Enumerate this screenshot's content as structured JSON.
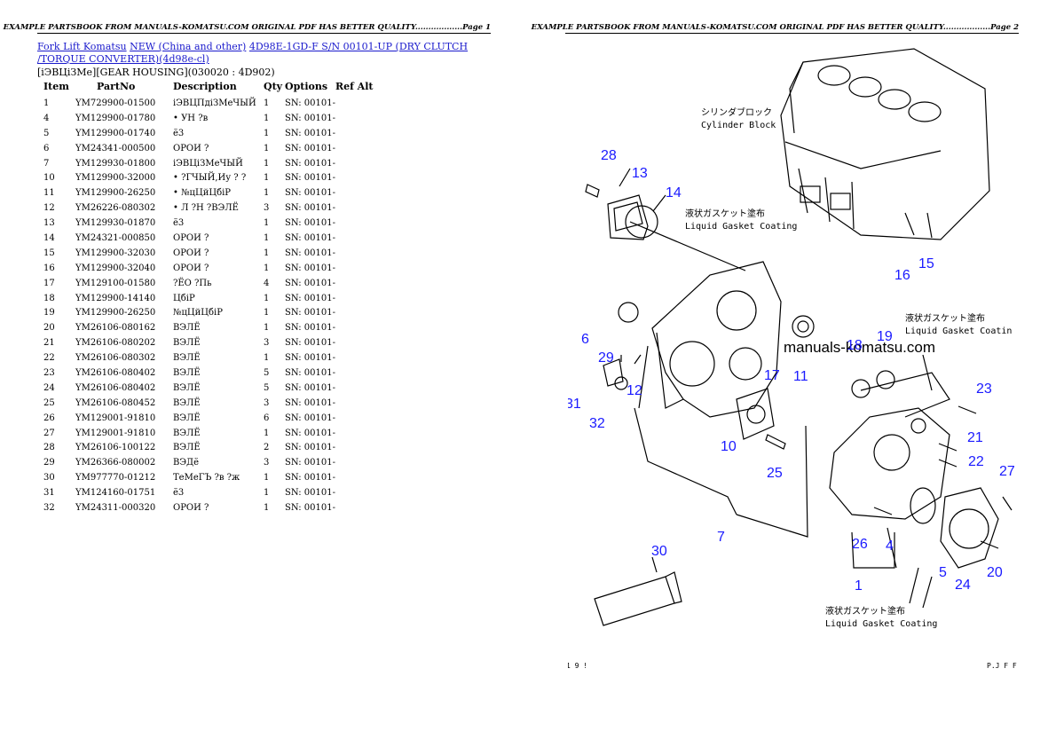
{
  "page1": {
    "header": "EXAMPLE PARTSBOOK FROM MANUALS-KOMATSU.COM ORIGINAL PDF HAS BETTER QUALITY..................Page 1",
    "breadcrumb": {
      "link1": "Fork Lift Komatsu",
      "link2": "NEW (China and other)",
      "link3": "4D98E-1GD-F S/N 00101-UP (DRY CLUTCH /TORQUE CONVERTER)(4d98e-cl)"
    },
    "subtitle": "[iЭВЦiЗМе][GEAR HOUSING](030020 : 4D902)",
    "columns": [
      "Item",
      "PartNo",
      "Description",
      "Qty",
      "Options",
      "Ref Alt"
    ],
    "rows": [
      {
        "item": "1",
        "part": "YM729900-01500",
        "desc": "iЭВЦПдiЗМеЧЫЙ",
        "qty": "1",
        "opt": "SN: 00101-"
      },
      {
        "item": "4",
        "part": "YM129900-01780",
        "desc": "• УН ?в",
        "qty": "1",
        "opt": "SN: 00101-"
      },
      {
        "item": "5",
        "part": "YM129900-01740",
        "desc": "ё3",
        "qty": "1",
        "opt": "SN: 00101-"
      },
      {
        "item": "6",
        "part": "YM24341-000500",
        "desc": "ОРОИ ?",
        "qty": "1",
        "opt": "SN: 00101-"
      },
      {
        "item": "7",
        "part": "YM129930-01800",
        "desc": "iЭВЦiЗМеЧЫЙ",
        "qty": "1",
        "opt": "SN: 00101-"
      },
      {
        "item": "10",
        "part": "YM129900-32000",
        "desc": "• ?ГЧЫЙ,Иу ? ?",
        "qty": "1",
        "opt": "SN: 00101-"
      },
      {
        "item": "11",
        "part": "YM129900-26250",
        "desc": "• №цЦйЦбiР",
        "qty": "1",
        "opt": "SN: 00101-"
      },
      {
        "item": "12",
        "part": "YM26226-080302",
        "desc": "• Л ?Н ?ВЭЛЁ",
        "qty": "3",
        "opt": "SN: 00101-"
      },
      {
        "item": "13",
        "part": "YM129930-01870",
        "desc": "ё3",
        "qty": "1",
        "opt": "SN: 00101-"
      },
      {
        "item": "14",
        "part": "YM24321-000850",
        "desc": "ОРОИ ?",
        "qty": "1",
        "opt": "SN: 00101-"
      },
      {
        "item": "15",
        "part": "YM129900-32030",
        "desc": "ОРОИ ?",
        "qty": "1",
        "opt": "SN: 00101-"
      },
      {
        "item": "16",
        "part": "YM129900-32040",
        "desc": "ОРОИ ?",
        "qty": "1",
        "opt": "SN: 00101-"
      },
      {
        "item": "17",
        "part": "YM129100-01580",
        "desc": "?ЁО ?Пь",
        "qty": "4",
        "opt": "SN: 00101-"
      },
      {
        "item": "18",
        "part": "YM129900-14140",
        "desc": "ЦбiР",
        "qty": "1",
        "opt": "SN: 00101-"
      },
      {
        "item": "19",
        "part": "YM129900-26250",
        "desc": "№цЦйЦбiР",
        "qty": "1",
        "opt": "SN: 00101-"
      },
      {
        "item": "20",
        "part": "YM26106-080162",
        "desc": "ВЭЛЁ",
        "qty": "1",
        "opt": "SN: 00101-"
      },
      {
        "item": "21",
        "part": "YM26106-080202",
        "desc": "ВЭЛЁ",
        "qty": "3",
        "opt": "SN: 00101-"
      },
      {
        "item": "22",
        "part": "YM26106-080302",
        "desc": "ВЭЛЁ",
        "qty": "1",
        "opt": "SN: 00101-"
      },
      {
        "item": "23",
        "part": "YM26106-080402",
        "desc": "ВЭЛЁ",
        "qty": "5",
        "opt": "SN: 00101-"
      },
      {
        "item": "24",
        "part": "YM26106-080402",
        "desc": "ВЭЛЁ",
        "qty": "5",
        "opt": "SN: 00101-"
      },
      {
        "item": "25",
        "part": "YM26106-080452",
        "desc": "ВЭЛЁ",
        "qty": "3",
        "opt": "SN: 00101-"
      },
      {
        "item": "26",
        "part": "YM129001-91810",
        "desc": "ВЭЛЁ",
        "qty": "6",
        "opt": "SN: 00101-"
      },
      {
        "item": "27",
        "part": "YM129001-91810",
        "desc": "ВЭЛЁ",
        "qty": "1",
        "opt": "SN: 00101-"
      },
      {
        "item": "28",
        "part": "YM26106-100122",
        "desc": "ВЭЛЁ",
        "qty": "2",
        "opt": "SN: 00101-"
      },
      {
        "item": "29",
        "part": "YM26366-080002",
        "desc": "ВЭДё",
        "qty": "3",
        "opt": "SN: 00101-"
      },
      {
        "item": "30",
        "part": "YM977770-01212",
        "desc": "ТеМеГЪ ?в ?ж",
        "qty": "1",
        "opt": "SN: 00101-"
      },
      {
        "item": "31",
        "part": "YM124160-01751",
        "desc": "ё3",
        "qty": "1",
        "opt": "SN: 00101-"
      },
      {
        "item": "32",
        "part": "YM24311-000320",
        "desc": "ОРОИ ?",
        "qty": "1",
        "opt": "SN: 00101-"
      }
    ]
  },
  "page2": {
    "header": "EXAMPLE PARTSBOOK FROM MANUALS-KOMATSU.COM ORIGINAL PDF HAS BETTER QUALITY..................Page 2",
    "watermark": "manuals-komatsu.com",
    "jp_cylinder": "シリンダブロック",
    "cylinder_block": "Cylinder Block",
    "jp_gasket": "液状ガスケット塗布",
    "liquid_gasket": "Liquid Gasket Coating",
    "liquid_gasket_right": "Liquid Gasket Coatin",
    "footer_left": "1 9 !",
    "footer_right": "P.J F F -",
    "callouts": [
      "1",
      "4",
      "5",
      "6",
      "7",
      "10",
      "11",
      "12",
      "13",
      "14",
      "15",
      "16",
      "17",
      "18",
      "19",
      "20",
      "21",
      "22",
      "23",
      "24",
      "25",
      "26",
      "27",
      "28",
      "29",
      "30",
      "31",
      "32"
    ]
  }
}
